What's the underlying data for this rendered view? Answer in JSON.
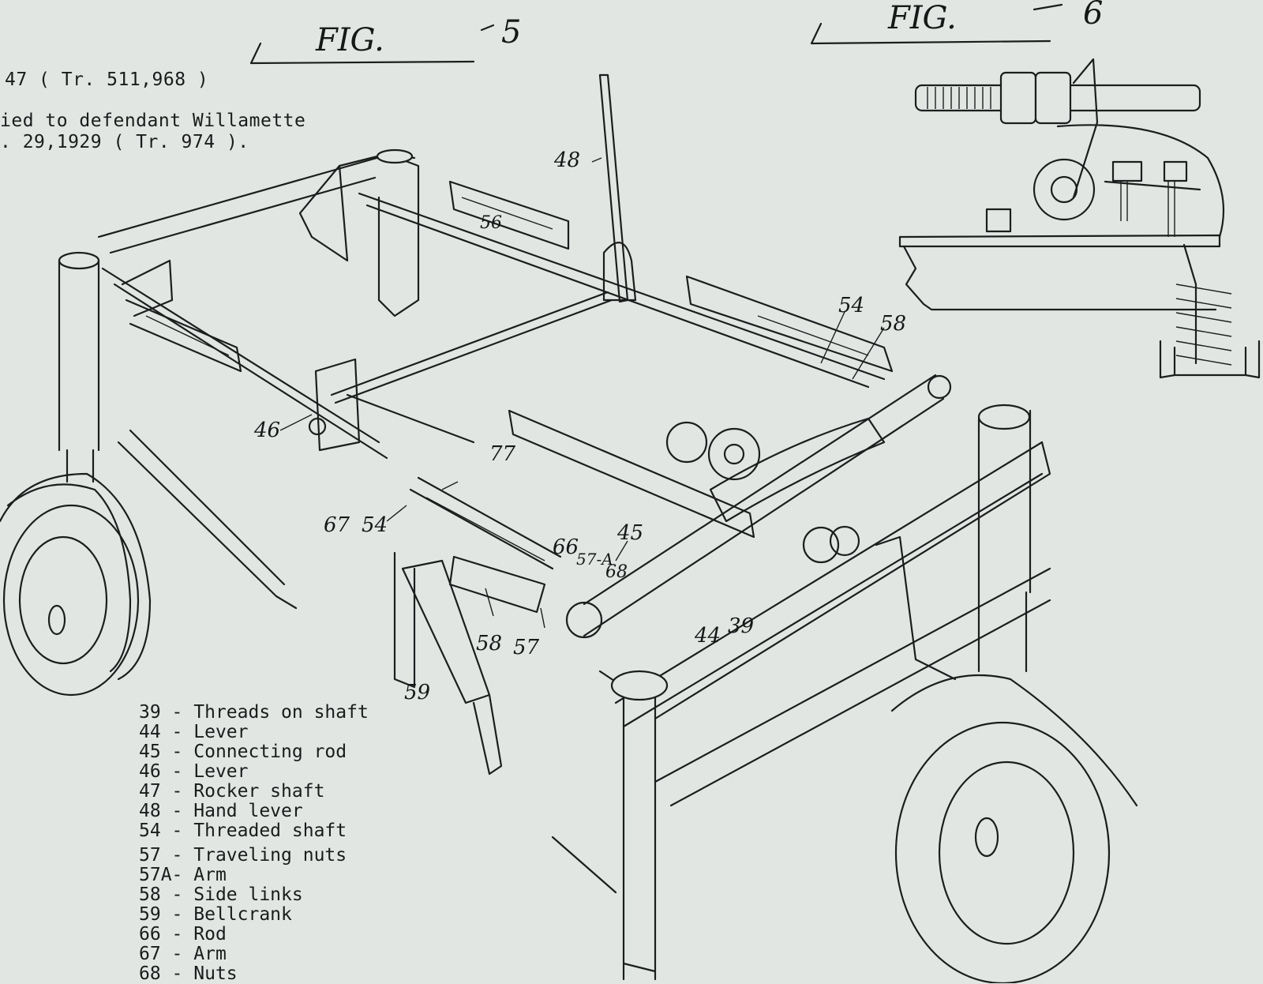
{
  "header": {
    "line1": "47 ( Tr. 511,968 )",
    "line2": "ied to defendant Willamette",
    "line3": ". 29,1929 ( Tr. 974 )."
  },
  "figures": {
    "fig5_prefix": "FIG.",
    "fig5_number": "5",
    "fig6_prefix": "FIG.",
    "fig6_number": "6"
  },
  "part_labels": [
    "48",
    "56",
    "54",
    "58",
    "46",
    "77",
    "67",
    "54",
    "45",
    "66",
    "57-A",
    "68",
    "44",
    "39",
    "58",
    "57",
    "59"
  ],
  "legend": [
    {
      "num": "39",
      "desc": "Threads on shaft"
    },
    {
      "num": "44",
      "desc": "Lever"
    },
    {
      "num": "45",
      "desc": "Connecting rod"
    },
    {
      "num": "46",
      "desc": "Lever"
    },
    {
      "num": "47",
      "desc": "Rocker shaft"
    },
    {
      "num": "48",
      "desc": "Hand lever"
    },
    {
      "num": "54",
      "desc": "Threaded shaft"
    },
    {
      "num": "57",
      "desc": "Traveling nuts"
    },
    {
      "num": "57A",
      "desc": "Arm"
    },
    {
      "num": "58",
      "desc": "Side links"
    },
    {
      "num": "59",
      "desc": "Bellcrank"
    },
    {
      "num": "66",
      "desc": "Rod"
    },
    {
      "num": "67",
      "desc": "Arm"
    },
    {
      "num": "68",
      "desc": "Nuts"
    }
  ]
}
